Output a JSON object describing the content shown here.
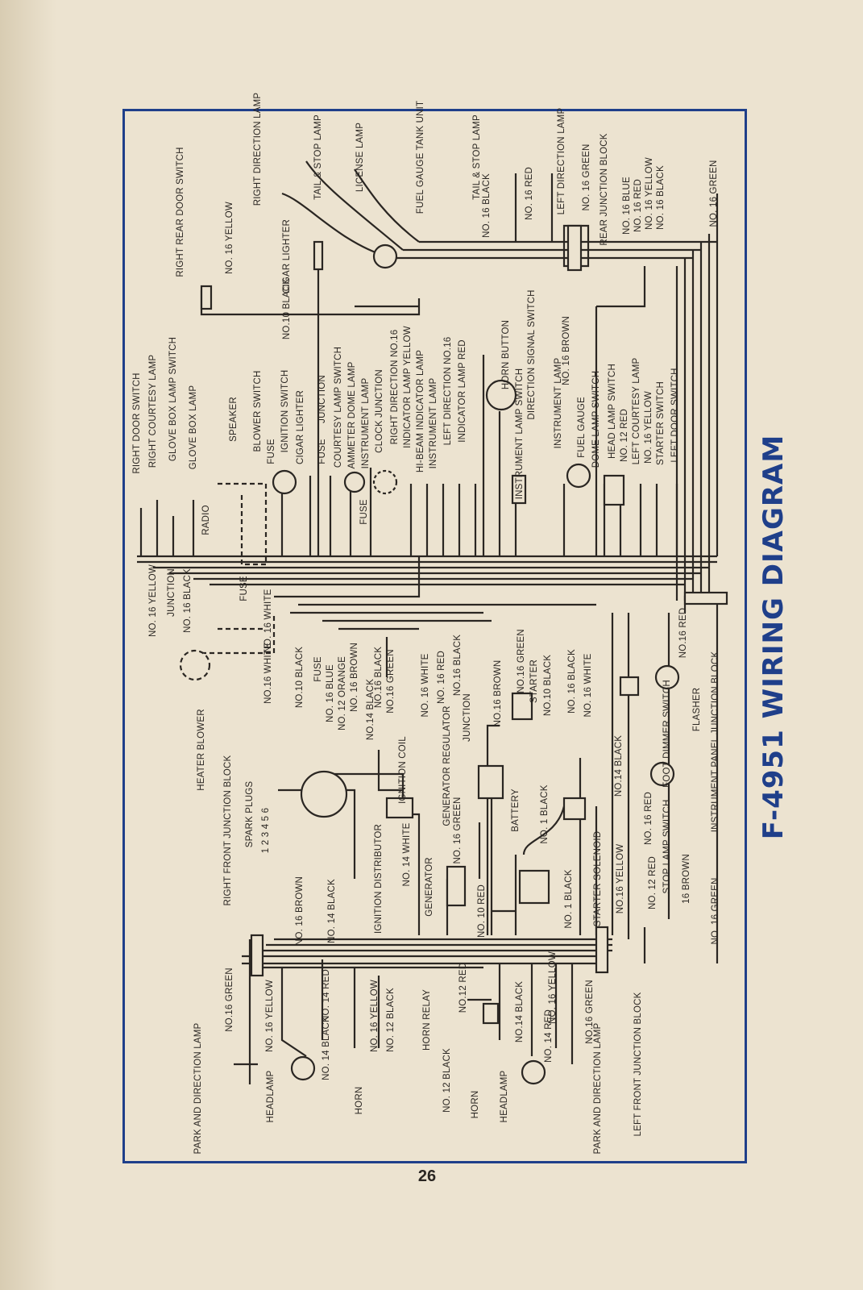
{
  "diagram": {
    "title": "F-4951 WIRING DIAGRAM",
    "page_number": "26"
  },
  "labels": [
    "RIGHT REAR DOOR SWITCH",
    "RIGHT DIRECTION LAMP",
    "TAIL & STOP LAMP",
    "LICENSE LAMP",
    "FUEL GAUGE TANK UNIT",
    "TAIL & STOP LAMP",
    "LEFT DIRECTION LAMP",
    "REAR JUNCTION BLOCK",
    "NO. 16 YELLOW",
    "CIGAR LIGHTER",
    "NO.10 BLACK",
    "NO. 16 BLACK",
    "NO. 16 RED",
    "NO. 16 GREEN",
    "NO. 16 BLUE",
    "NO. 16 RED",
    "NO. 16 YELLOW",
    "NO. 16 BLACK",
    "NO. 16 GREEN",
    "RIGHT DOOR SWITCH",
    "RIGHT COURTESY LAMP",
    "GLOVE BOX LAMP SWITCH",
    "GLOVE BOX LAMP",
    "SPEAKER",
    "BLOWER SWITCH",
    "FUSE",
    "IGNITION SWITCH",
    "CIGAR LIGHTER",
    "FUSE",
    "JUNCTION",
    "COURTESY LAMP SWITCH",
    "AMMETER DOME LAMP",
    "INSTRUMENT LAMP",
    "CLOCK JUNCTION",
    "RIGHT DIRECTION NO.16",
    "INDICATOR LAMP YELLOW",
    "HI-BEAM INDICATOR LAMP",
    "INSTRUMENT LAMP",
    "LEFT DIRECTION NO.16",
    "INDICATOR LAMP RED",
    "HORN BUTTON",
    "DIRECTION SIGNAL SWITCH",
    "NO. 16 BROWN",
    "INSTRUMENT LAMP SWITCH",
    "INSTRUMENT LAMP",
    "FUEL GAUGE",
    "DOME LAMP SWITCH",
    "HEAD LAMP SWITCH",
    "NO. 12 RED",
    "LEFT COURTESY LAMP",
    "NO. 16 YELLOW",
    "STARTER SWITCH",
    "LEFT DOOR SWITCH",
    "RADIO",
    "FUSE",
    "NO. 16 YELLOW",
    "JUNCTION",
    "NO. 16 BLACK",
    "FUSE",
    "NO. 16 WHITE",
    "NO.16 WHITE",
    "HEATER BLOWER",
    "NO.10 BLACK",
    "FUSE",
    "NO. 16 BLUE",
    "NO. 12 ORANGE",
    "NO. 16 BROWN",
    "NO.14 BLACK",
    "NO.16 BLACK",
    "NO.16 GREEN",
    "NO. 16 WHITE",
    "NO. 16 RED",
    "NO.16 BLACK",
    "JUNCTION",
    "NO.16 BROWN",
    "NO.16 GREEN",
    "STARTER",
    "NO.10 BLACK",
    "NO. 16 BLACK",
    "NO. 16 WHITE",
    "NO.16 RED",
    "FOOT DIMMER SWITCH",
    "FLASHER",
    "INSTRUMENT PANEL JUNCTION BLOCK",
    "RIGHT FRONT JUNCTION BLOCK",
    "SPARK PLUGS",
    "1 2 3 4 5 6",
    "IGNITION COIL",
    "GENERATOR REGULATOR",
    "NO. 16 GREEN",
    "BATTERY",
    "NO. 1 BLACK",
    "NO.14 BLACK",
    "IGNITION DISTRIBUTOR",
    "NO. 14 WHITE",
    "GENERATOR",
    "NO. 10 RED",
    "NO. 1 BLACK",
    "STARTER SOLENOID",
    "NO.16 YELLOW",
    "NO. 16 RED",
    "NO. 12 RED",
    "STOP LAMP SWITCH",
    "16 BROWN",
    "NO. 16 GREEN",
    "NO. 16 BROWN",
    "NO. 14 BLACK",
    "PARK AND DIRECTION LAMP",
    "NO.16 GREEN",
    "NO. 16 YELLOW",
    "NO. 14 BLACK",
    "NO. 14 RED",
    "HEADLAMP",
    "HORN",
    "NO. 16 YELLOW",
    "NO. 12 BLACK",
    "HORN RELAY",
    "NO.12 RED",
    "NO. 12 BLACK",
    "HORN",
    "HEADLAMP",
    "NO.14 BLACK",
    "NO. 14 RED",
    "NO. 16 YELLOW",
    "NO.16 GREEN",
    "PARK AND DIRECTION LAMP",
    "LEFT FRONT JUNCTION BLOCK"
  ],
  "colors": {
    "frame": "#1f3f8a",
    "title": "#1f3f8a",
    "wire": "#2a2622",
    "paper": "#ece3d0"
  }
}
